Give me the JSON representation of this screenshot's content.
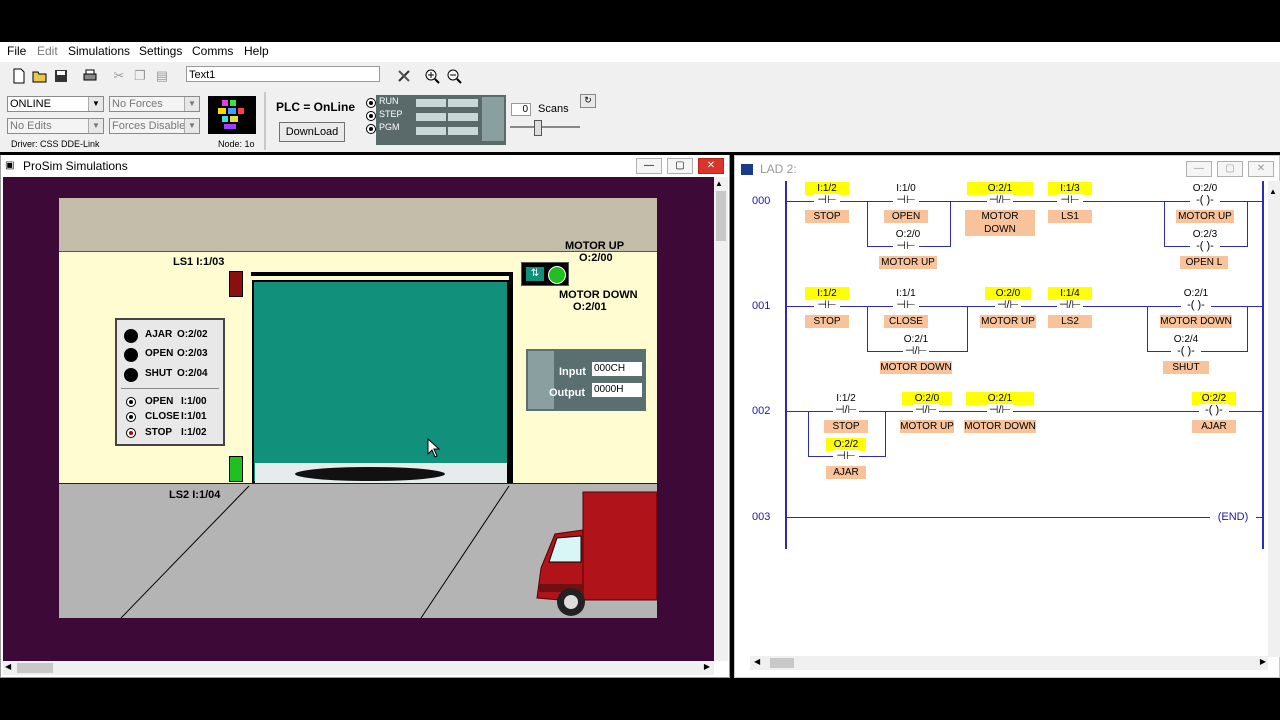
{
  "menu": [
    {
      "label": "File",
      "key": "F"
    },
    {
      "label": "Edit",
      "key": "E",
      "disabled": true
    },
    {
      "label": "Simulations",
      "key": "S"
    },
    {
      "label": "Settings",
      "key": "S"
    },
    {
      "label": "Comms",
      "key": "C"
    },
    {
      "label": "Help",
      "key": "H"
    }
  ],
  "toolbar": {
    "text_value": "Text1",
    "icons": [
      "new-icon",
      "open-icon",
      "save-icon",
      "print-icon",
      "cut-icon",
      "copy-icon",
      "paste-icon",
      "tools-icon",
      "zoom-in-icon",
      "zoom-out-icon"
    ]
  },
  "status": {
    "mode_combo": "ONLINE",
    "forces_combo": "No Forces",
    "edits_combo": "No Edits",
    "forces_disabled_combo": "Forces Disabled",
    "driver": "Driver: CSS DDE-Link",
    "node": "Node: 1o",
    "plc_state": "PLC = OnLine",
    "download_button": "DownLoad",
    "run_label": "RUN",
    "step_label": "STEP",
    "pgm_label": "PGM",
    "scans_value": "0",
    "scans_label": "Scans"
  },
  "sim_window": {
    "title": "ProSim Simulations",
    "ls1": "LS1  I:1/03",
    "ls2": "LS2  I:1/04",
    "motor_up": "MOTOR UP",
    "motor_up_addr": "O:2/00",
    "motor_down": "MOTOR DOWN",
    "motor_down_addr": "O:2/01",
    "lamps": [
      {
        "label": "AJAR",
        "addr": "O:2/02"
      },
      {
        "label": "OPEN",
        "addr": "O:2/03"
      },
      {
        "label": "SHUT",
        "addr": "O:2/04"
      }
    ],
    "buttons": [
      {
        "label": "OPEN",
        "addr": "I:1/00"
      },
      {
        "label": "CLOSE",
        "addr": "I:1/01"
      },
      {
        "label": "STOP",
        "addr": "I:1/02"
      }
    ],
    "io_input_label": "Input",
    "io_input_value": "000CH",
    "io_output_label": "Output",
    "io_output_value": "0000H"
  },
  "lad_window": {
    "title": "LAD 2:",
    "rungs": [
      {
        "no": "000"
      },
      {
        "no": "001"
      },
      {
        "no": "002"
      },
      {
        "no": "003"
      }
    ],
    "r0": {
      "c1": {
        "tag": "I:1/2",
        "name": "STOP"
      },
      "c2": {
        "tag": "I:1/0",
        "name": "OPEN"
      },
      "c2b": {
        "tag": "O:2/0",
        "name": "MOTOR UP"
      },
      "c3": {
        "tag": "O:2/1",
        "name": "MOTOR DOWN"
      },
      "c4": {
        "tag": "I:1/3",
        "name": "LS1"
      },
      "o1": {
        "tag": "O:2/0",
        "name": "MOTOR UP"
      },
      "o2": {
        "tag": "O:2/3",
        "name": "OPEN L"
      }
    },
    "r1": {
      "c1": {
        "tag": "I:1/2",
        "name": "STOP"
      },
      "c2": {
        "tag": "I:1/1",
        "name": "CLOSE"
      },
      "c2b": {
        "tag": "O:2/1",
        "name": "MOTOR DOWN"
      },
      "c3": {
        "tag": "O:2/0",
        "name": "MOTOR UP"
      },
      "c4": {
        "tag": "I:1/4",
        "name": "LS2"
      },
      "o1": {
        "tag": "O:2/1",
        "name": "MOTOR DOWN"
      },
      "o2": {
        "tag": "O:2/4",
        "name": "SHUT"
      }
    },
    "r2": {
      "c1": {
        "tag": "I:1/2",
        "name": "STOP"
      },
      "c1b": {
        "tag": "O:2/2",
        "name": "AJAR"
      },
      "c2": {
        "tag": "O:2/0",
        "name": "MOTOR UP"
      },
      "c3": {
        "tag": "O:2/1",
        "name": "MOTOR DOWN"
      },
      "o1": {
        "tag": "O:2/2",
        "name": "AJAR"
      }
    },
    "end_label": "END"
  },
  "colors": {
    "sim_background": "#3d0a38",
    "door": "#11907c",
    "wall": "#fefcd0",
    "ceiling": "#c3bdaa",
    "floor": "#b4b4b4",
    "truck": "#b0141a",
    "tag_highlight": "#ffff00",
    "name_highlight": "#f8c39a",
    "ladder_line": "#2a2ac0"
  }
}
